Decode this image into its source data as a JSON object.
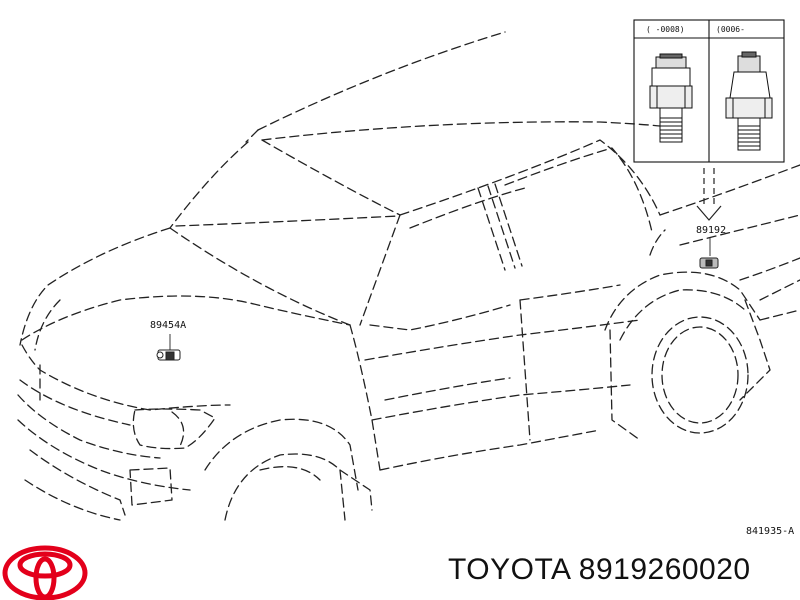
{
  "diagram": {
    "labels": {
      "part_hood": "89454A",
      "part_fender": "89192",
      "drawing_ref": "841935-A"
    },
    "inset": {
      "left_header": "(     -0008)",
      "right_header": "(0006-     "
    }
  },
  "caption": {
    "brand": "TOYOTA",
    "part_number": "8919260020",
    "logo_icon": "toyota-logo-icon",
    "logo_color": "#e3001b"
  }
}
